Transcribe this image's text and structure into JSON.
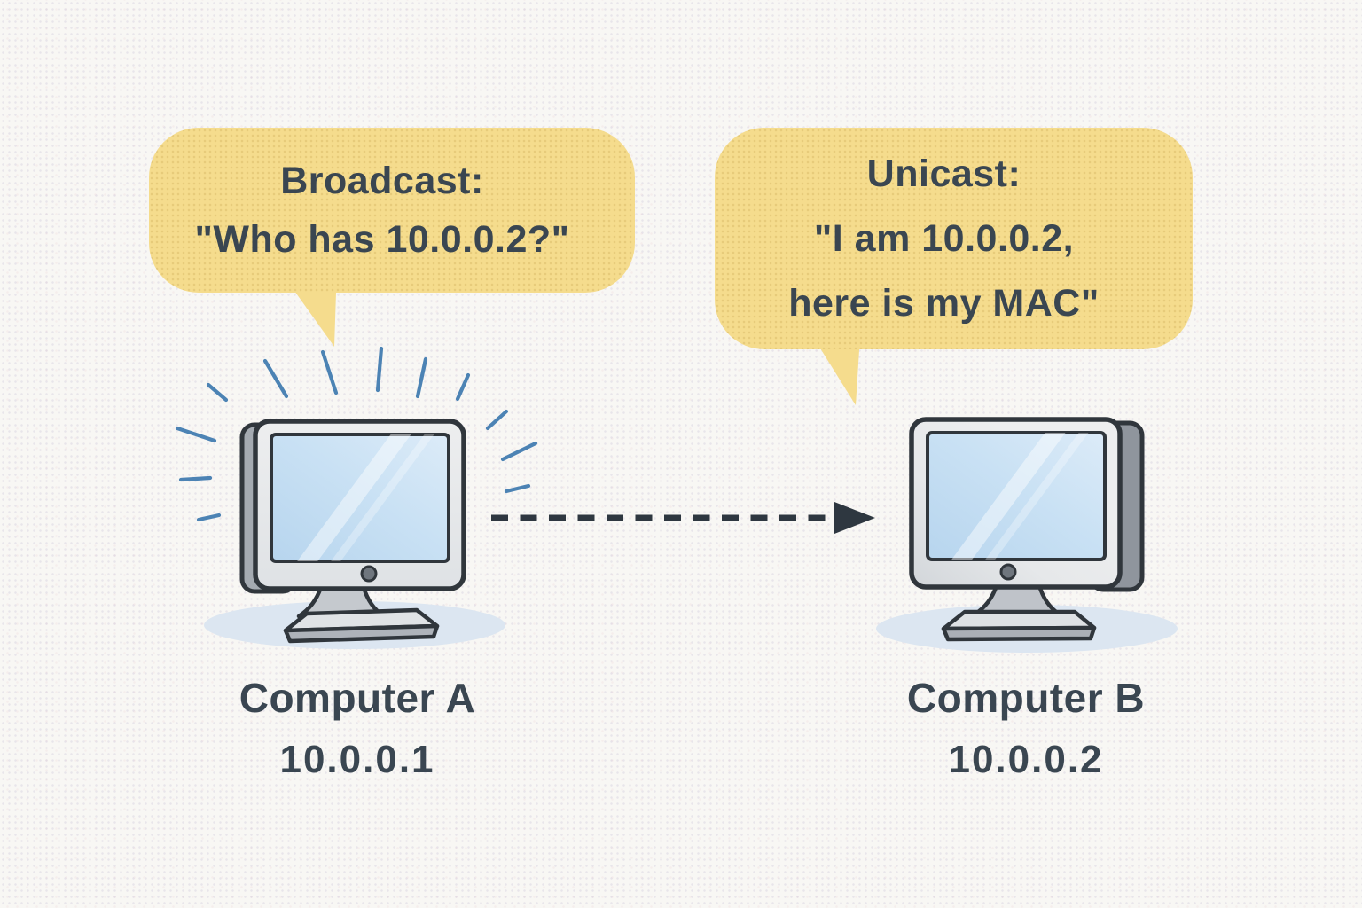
{
  "bubbles": {
    "broadcast": {
      "line1": "Broadcast:",
      "line2": "\"Who has 10.0.0.2?\""
    },
    "unicast": {
      "line1": "Unicast:",
      "line2": "\"I am 10.0.0.2,",
      "line3": "here is my MAC\""
    }
  },
  "computers": {
    "a": {
      "name": "Computer A",
      "ip": "10.0.0.1"
    },
    "b": {
      "name": "Computer B",
      "ip": "10.0.0.2"
    }
  },
  "icons": {
    "computer_a": "desktop-monitor-illustration",
    "computer_b": "desktop-monitor-illustration",
    "broadcast_effect": "radiating-rays-icon",
    "link": "dashed-arrow-right-icon"
  },
  "colors": {
    "background": "#F8F7F4",
    "bubble_fill": "#F5DC8D",
    "text_dark": "#3A4651",
    "ray_blue": "#4C83B4",
    "arrow_dark": "#2E3740",
    "monitor_outline": "#30363C",
    "screen_blue_dark": "#B7D5EE",
    "screen_blue_light": "#D9EAF8",
    "bezel_gray": "#EAECEE",
    "shadow_blue": "#DCE6F1"
  }
}
